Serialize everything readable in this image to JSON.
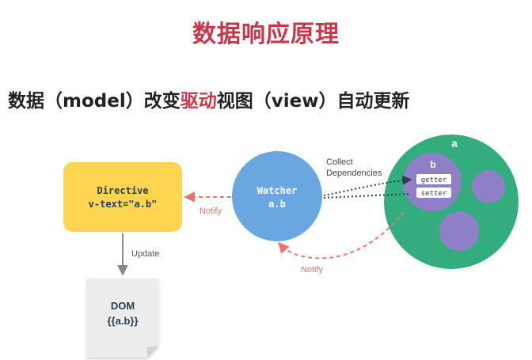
{
  "title": "数据响应原理",
  "subtitle": {
    "part1": "数据（model）改变",
    "highlight": "驱动",
    "part2": "视图（view）自动更新"
  },
  "diagram": {
    "directive": {
      "line1": "Directive",
      "line2": "v-text=\"a.b\""
    },
    "watcher": {
      "line1": "Watcher",
      "line2": "a.b"
    },
    "dom": {
      "line1": "DOM",
      "line2": "{{a.b}}"
    },
    "data_object": {
      "label": "a",
      "inner_label": "b",
      "getter": "getter",
      "setter": "setter"
    },
    "edges": {
      "update": "Update",
      "notify_left": "Notify",
      "notify_bottom": "Notify",
      "collect_line1": "Collect",
      "collect_line2": "Dependencies"
    }
  },
  "colors": {
    "title": "#c7374b",
    "directive_fill": "#fdd551",
    "watcher_fill": "#6aa7e1",
    "data_fill": "#34ad7e",
    "inner_circle": "#8f7fc7",
    "notify_arrow": "#e07a6e",
    "dom_fill": "#ececec",
    "text_dark": "#2c3e50"
  }
}
